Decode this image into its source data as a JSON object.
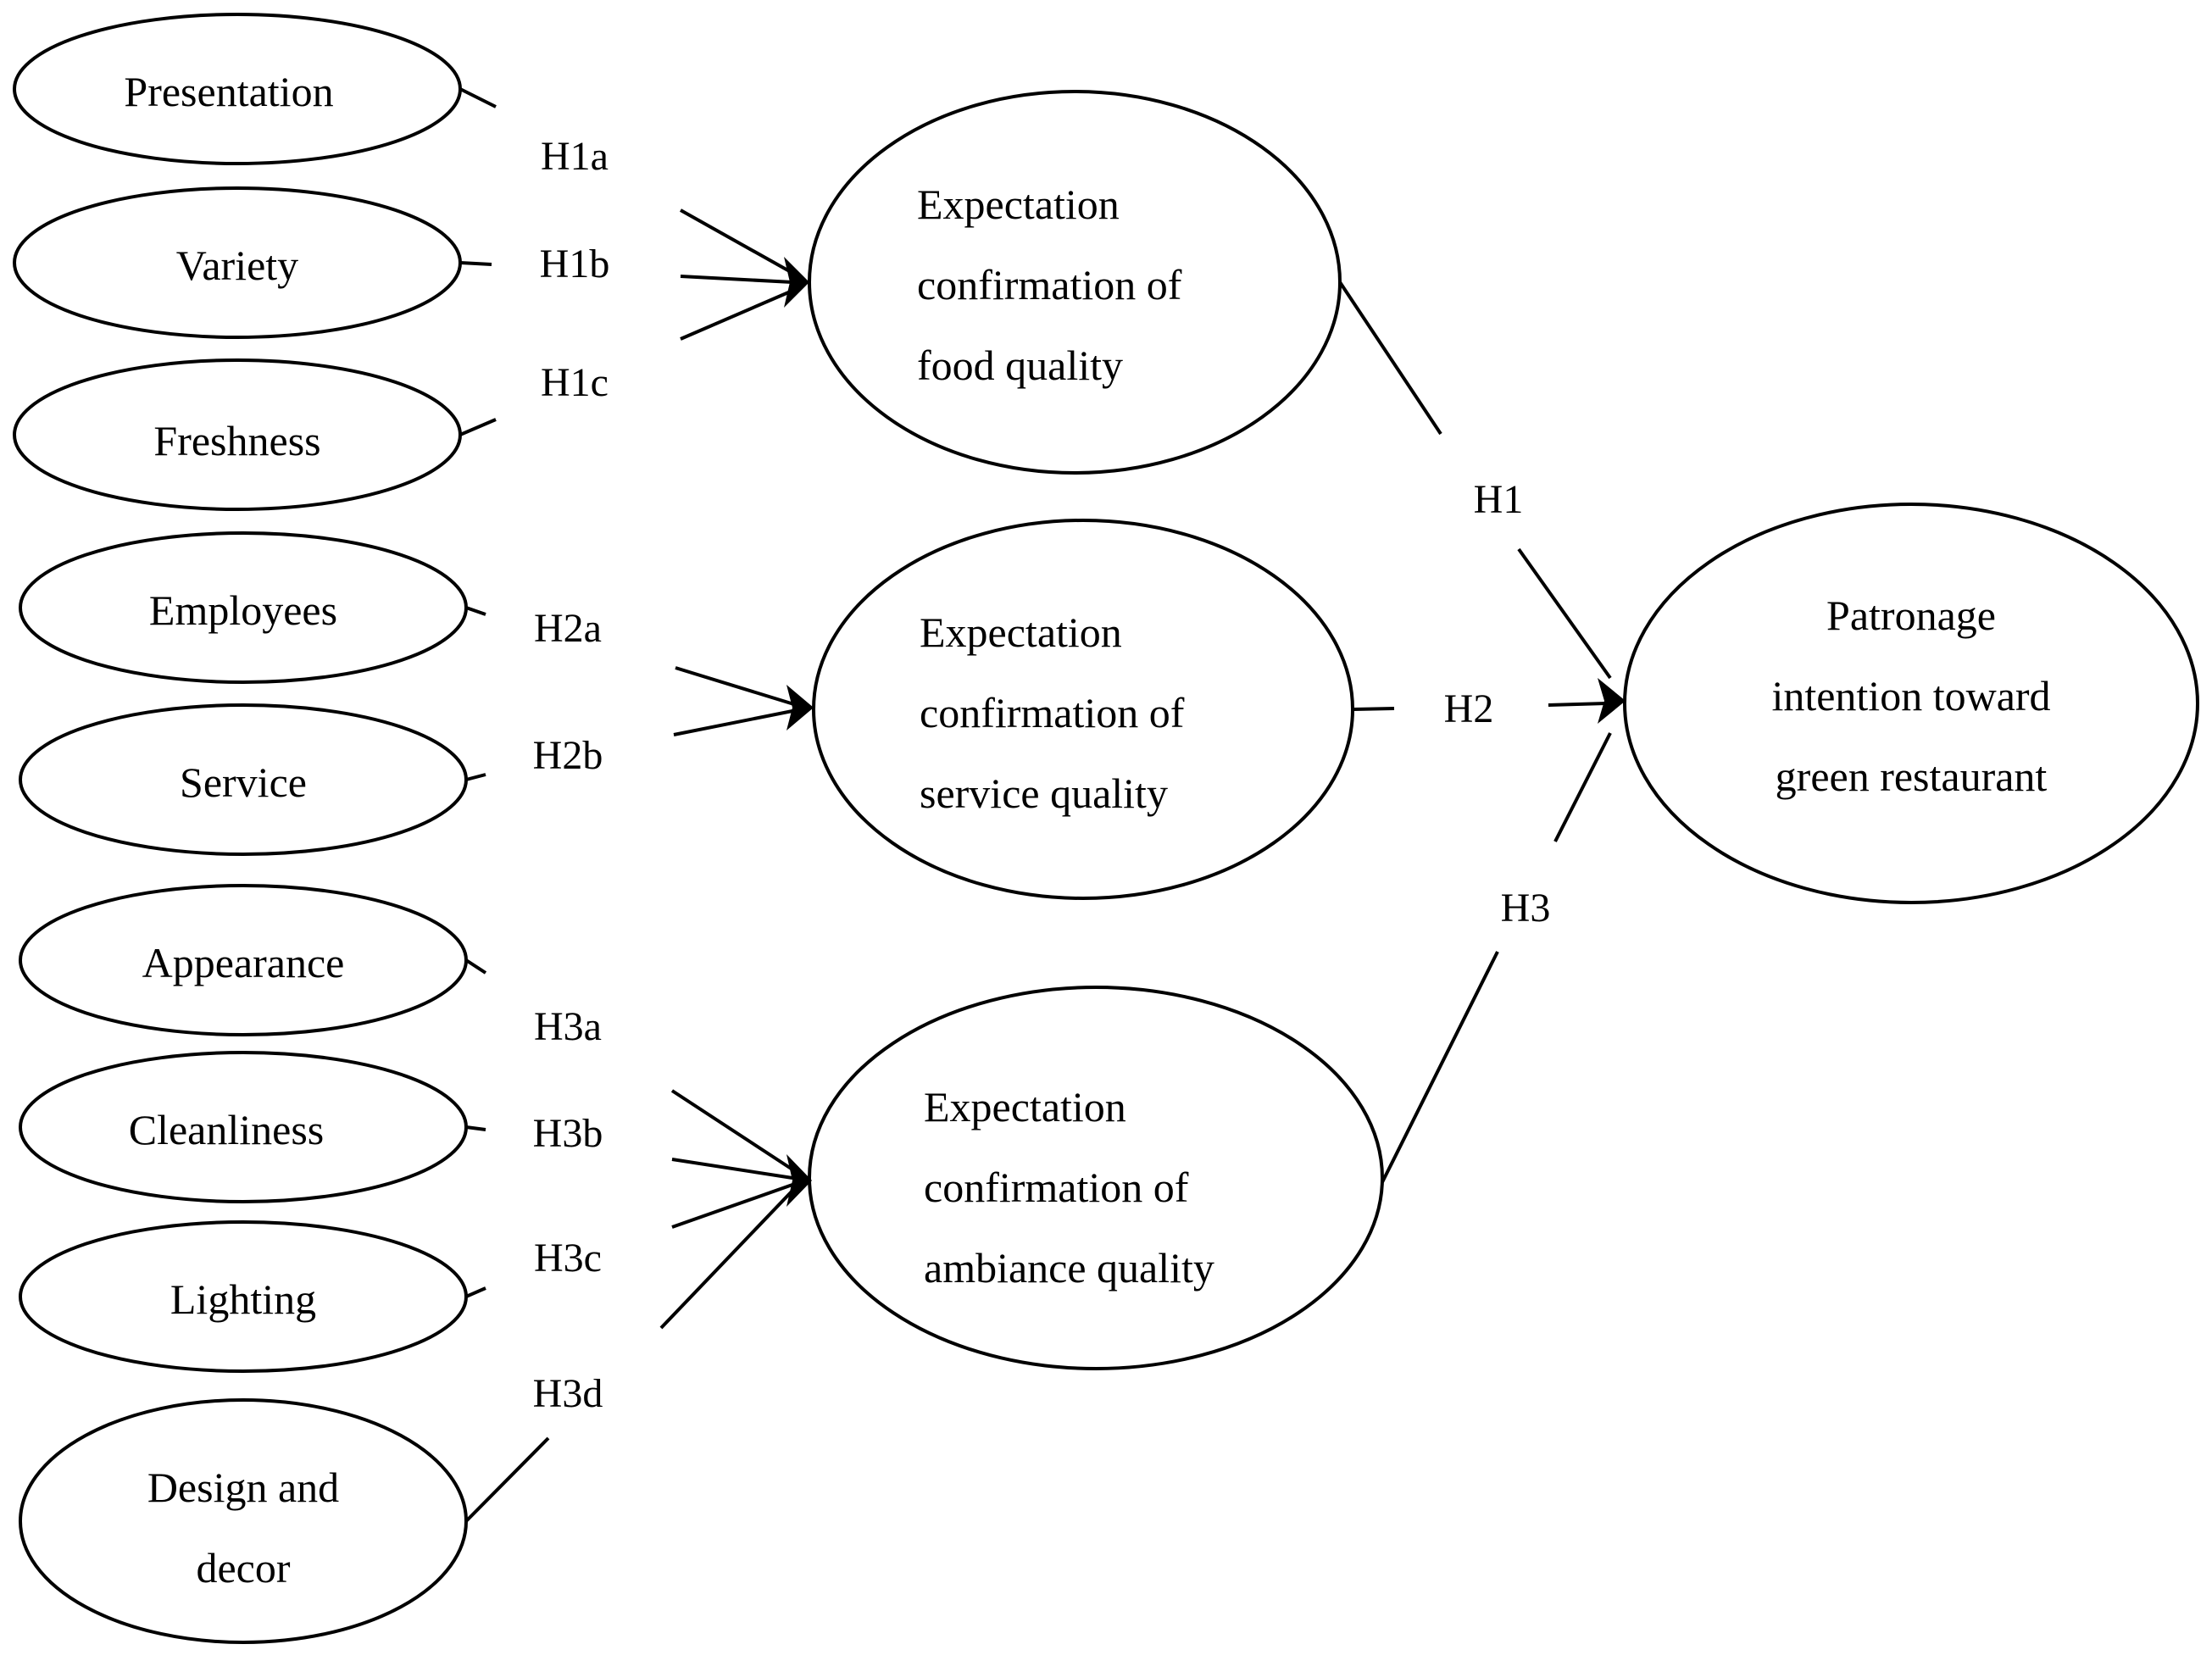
{
  "antecedents": {
    "presentation": "Presentation",
    "variety": "Variety",
    "freshness": "Freshness",
    "employees": "Employees",
    "service": "Service",
    "appearance": "Appearance",
    "cleanliness": "Cleanliness",
    "lighting": "Lighting",
    "design_line1": "Design and",
    "design_line2": "decor"
  },
  "mediators": {
    "food": [
      "Expectation",
      "confirmation of",
      "food quality"
    ],
    "service": [
      "Expectation",
      "confirmation of",
      "service quality"
    ],
    "ambiance": [
      "Expectation",
      "confirmation of",
      "ambiance quality"
    ]
  },
  "outcome": [
    "Patronage",
    "intention toward",
    "green restaurant"
  ],
  "hypotheses": {
    "H1a": "H1a",
    "H1b": "H1b",
    "H1c": "H1c",
    "H2a": "H2a",
    "H2b": "H2b",
    "H3a": "H3a",
    "H3b": "H3b",
    "H3c": "H3c",
    "H3d": "H3d",
    "H1": "H1",
    "H2": "H2",
    "H3": "H3"
  }
}
